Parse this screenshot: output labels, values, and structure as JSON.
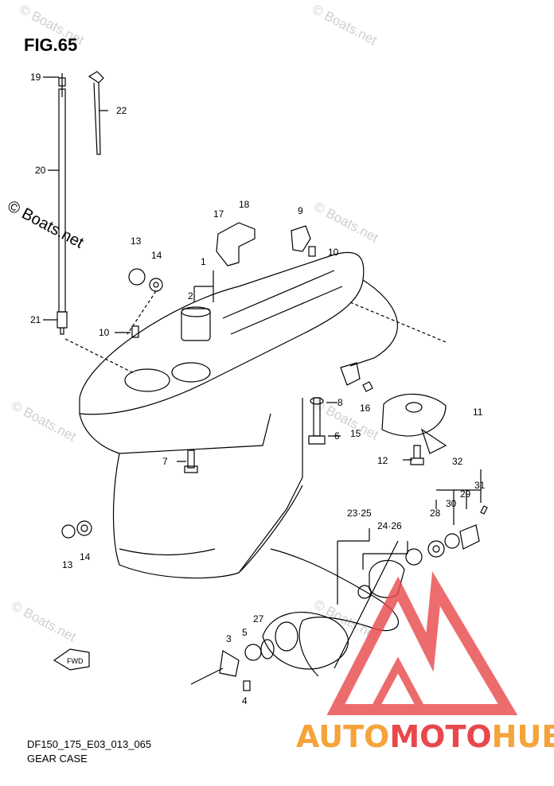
{
  "figure": {
    "title": "FIG.65"
  },
  "watermarks": {
    "text": "© Boats.net"
  },
  "captions": {
    "model_code": "DF150_175_E03_013_065",
    "name": "GEAR CASE"
  },
  "direction_badge": {
    "text": "FWD"
  },
  "brand": {
    "part1": "AUTO",
    "part2": "MOTO",
    "part3": "HUB"
  },
  "callouts": [
    "19",
    "22",
    "20",
    "21",
    "18",
    "17",
    "9",
    "13",
    "14",
    "1",
    "10",
    "2",
    "10",
    "8",
    "16",
    "11",
    "15",
    "6",
    "7",
    "12",
    "32",
    "31",
    "29",
    "30",
    "28",
    "23·25",
    "24·26",
    "13",
    "14",
    "27",
    "3",
    "5",
    "4"
  ]
}
